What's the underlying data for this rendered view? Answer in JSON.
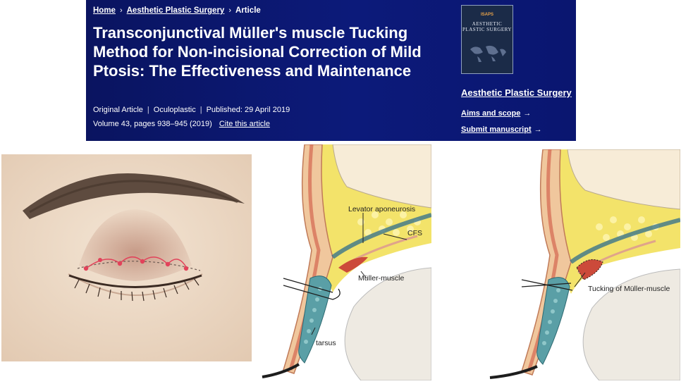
{
  "breadcrumb": {
    "home": "Home",
    "journal": "Aesthetic Plastic Surgery",
    "current": "Article",
    "sep": "›"
  },
  "article": {
    "title": "Transconjunctival Müller's muscle Tucking Method for Non-incisional Correction of Mild Ptosis: The Effectiveness and Maintenance",
    "type": "Original Article",
    "category": "Oculoplastic",
    "published": "Published: 29 April 2019",
    "volume": "Volume 43, pages 938–945 (2019)",
    "cite": "Cite this article"
  },
  "journal": {
    "cover_badge": "ISAPS",
    "cover_title": "AESTHETIC PLASTIC SURGERY",
    "name": "Aesthetic Plastic Surgery",
    "aims": "Aims and scope",
    "submit": "Submit manuscript",
    "arrow": "→"
  },
  "figure": {
    "labels": {
      "levator": "Levator aponeurosis",
      "cfs": "CFS",
      "muller": "Müller-muscle",
      "tarsus": "tarsus",
      "tucking": "Tucking of Müller-muscle"
    },
    "colors": {
      "banner": "#0c1a7a",
      "suture": "#e2425a",
      "skin": "#f0dfcc",
      "fat": "#f3e36a",
      "muscle": "#cc4a3a",
      "tarsus": "#5a9fa6"
    }
  }
}
